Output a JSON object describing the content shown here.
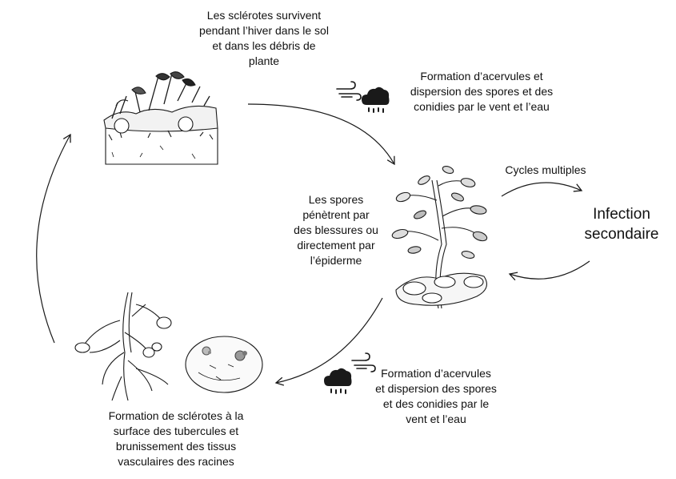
{
  "diagram": {
    "labels": {
      "sclerotia_survive": [
        "Les sclérotes survivent",
        "pendant l’hiver dans le sol",
        "et dans les débris de",
        "plante"
      ],
      "acervuli_top": [
        "Formation d’acervules et",
        "dispersion des spores et des",
        "conidies par le vent et l’eau"
      ],
      "spores_penetrate": [
        "Les spores",
        "pénètrent  par",
        "des blessures ou",
        "directement par",
        "l’épiderme"
      ],
      "multiple_cycles": "Cycles multiples",
      "secondary_infection": [
        "Infection",
        "secondaire"
      ],
      "acervuli_bottom": [
        "Formation d’acervules",
        "et dispersion des spores",
        "et des conidies par le",
        "vent et l’eau"
      ],
      "sclerotia_formation": [
        "Formation de sclérotes à la",
        "surface des tubercules et",
        "brunissement des tissus",
        "vasculaires des racines"
      ]
    },
    "icons": [
      "wind-icon",
      "rain-cloud-icon"
    ],
    "colors": {
      "line": "#1a1a1a",
      "text": "#111111",
      "background": "#ffffff"
    }
  }
}
